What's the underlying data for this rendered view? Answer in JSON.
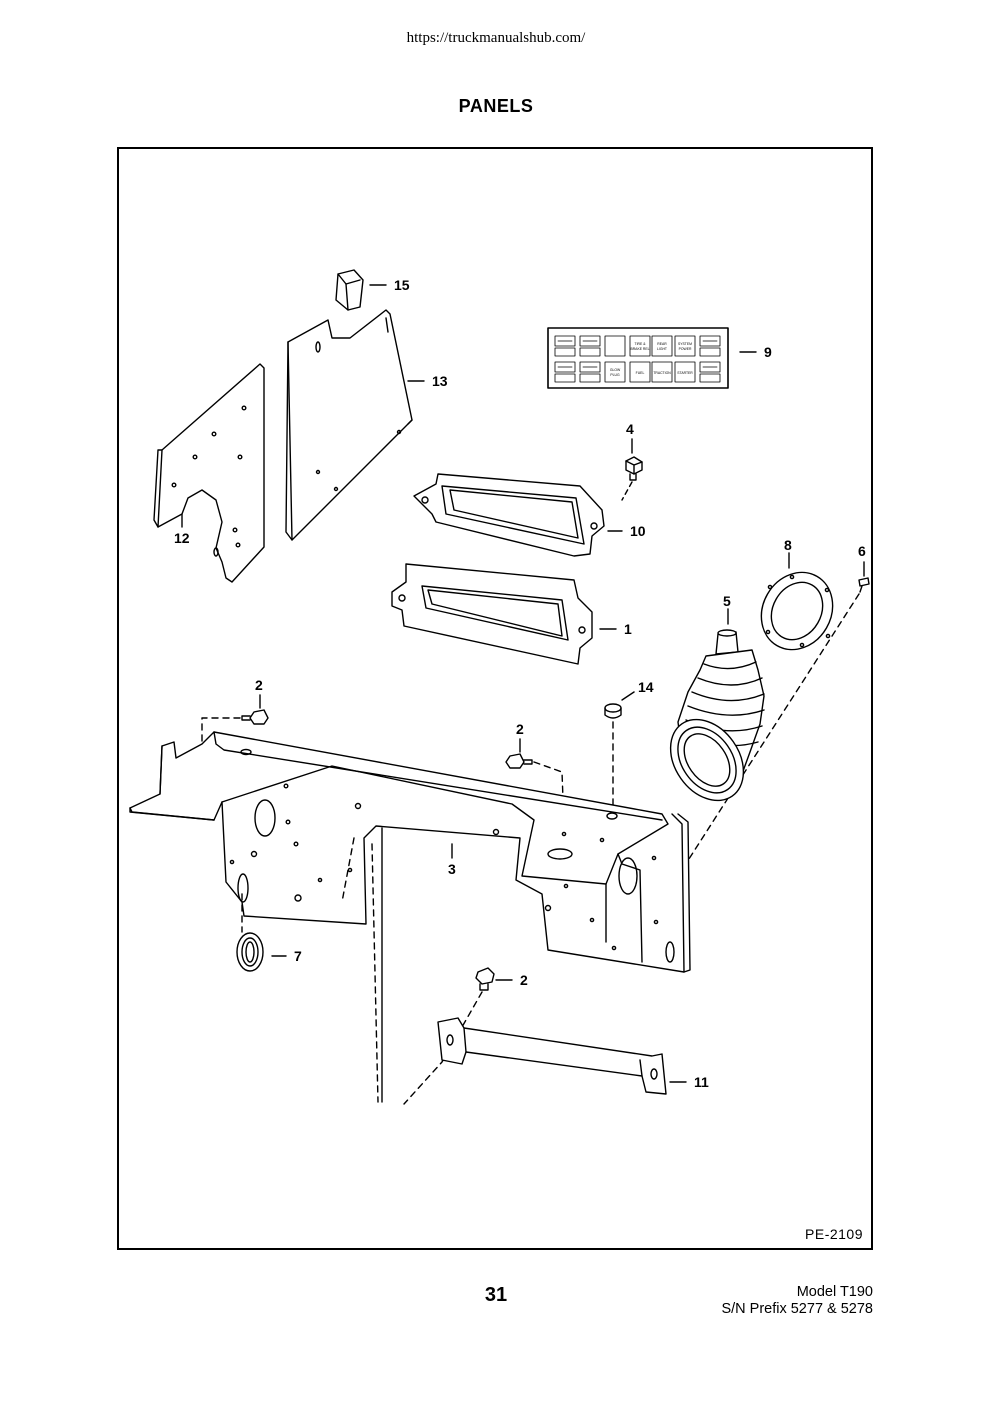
{
  "header": {
    "source_url": "https://truckmanualshub.com/",
    "title": "PANELS"
  },
  "diagram": {
    "drawing_code": "PE-2109",
    "callouts": {
      "c1": "1",
      "c2a": "2",
      "c2b": "2",
      "c2c": "2",
      "c3": "3",
      "c4": "4",
      "c5": "5",
      "c6": "6",
      "c7": "7",
      "c8": "8",
      "c9": "9",
      "c10": "10",
      "c11": "11",
      "c12": "12",
      "c13": "13",
      "c14": "14",
      "c15": "15"
    },
    "switch_panel_labels": {
      "b1a": "TIRE &",
      "b1b": "BRAKE REL",
      "b2a": "REAR",
      "b2b": "LIGHT",
      "b3a": "SYSTEM",
      "b3b": "POWER",
      "b4a": "GLOW",
      "b4b": "PLUG",
      "b5": "FUEL",
      "b6": "TRACTION",
      "b7": "STARTER"
    }
  },
  "footer": {
    "page_number": "31",
    "model": "Model T190",
    "serial_prefix": "S/N Prefix 5277 & 5278"
  }
}
